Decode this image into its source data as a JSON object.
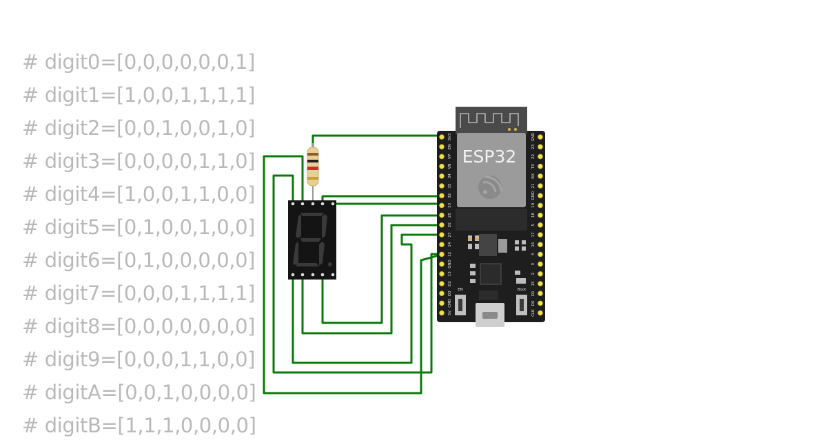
{
  "code_lines": [
    "# digit0=[0,0,0,0,0,0,1]",
    "# digit1=[1,0,0,1,1,1,1]",
    "# digit2=[0,0,1,0,0,1,0]",
    "# digit3=[0,0,0,0,1,1,0]",
    "# digit4=[1,0,0,1,1,0,0]",
    "# digit5=[0,1,0,0,1,0,0]",
    "# digit6=[0,1,0,0,0,0,0]",
    "# digit7=[0,0,0,1,1,1,1]",
    "# digit8=[0,0,0,0,0,0,0]",
    "# digit9=[0,0,0,1,1,0,0]",
    "# digitA=[0,0,1,0,0,0,0]",
    "# digitB=[1,1,1,0,0,0,0]"
  ],
  "board": {
    "label": "ESP32",
    "en_label": "EN",
    "boot_label": "Boot",
    "left_pins": [
      "3V3",
      "EN",
      "VP",
      "VN",
      "34",
      "35",
      "32",
      "33",
      "25",
      "26",
      "27",
      "14",
      "12",
      "GND",
      "13",
      "D2",
      "D3",
      "CMD",
      "5V"
    ],
    "right_pins": [
      "GND",
      "23",
      "22",
      "TX",
      "RX",
      "21",
      "GND",
      "19",
      "18",
      "5",
      "17",
      "16",
      "4",
      "0",
      "2",
      "15",
      "D1",
      "D0",
      "CLK"
    ]
  },
  "colors": {
    "wire": "#0a7a0a",
    "board": "#1e1e1e",
    "pin": "#f0e14a",
    "code_text": "#b9b9b9"
  }
}
